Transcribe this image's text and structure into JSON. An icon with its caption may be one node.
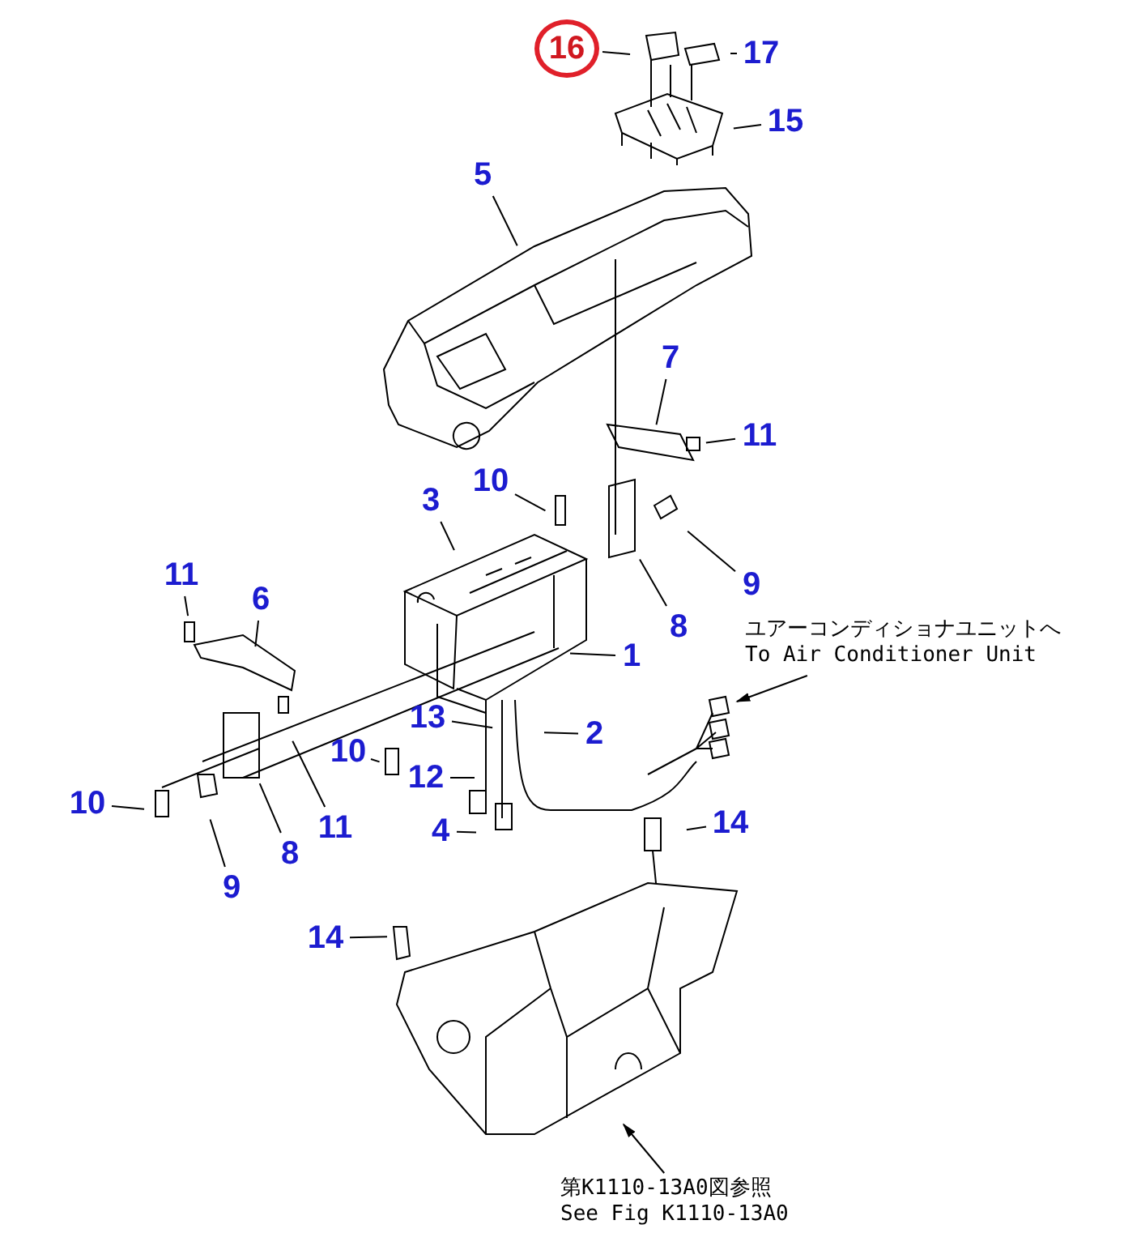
{
  "diagram": {
    "nodes": [
      {
        "text": [
          "16"
        ]
      },
      {
        "text": [
          "17"
        ]
      },
      {
        "text": [
          "15"
        ]
      },
      {
        "text": [
          "5"
        ]
      },
      {
        "text": [
          "7"
        ]
      },
      {
        "text": [
          "11"
        ]
      },
      {
        "text": [
          "10"
        ]
      },
      {
        "text": [
          "3"
        ]
      },
      {
        "text": [
          "9"
        ]
      },
      {
        "text": [
          "11"
        ]
      },
      {
        "text": [
          "6"
        ]
      },
      {
        "text": [
          "8"
        ]
      },
      {
        "text": [
          "1"
        ]
      },
      {
        "text": [
          "13"
        ]
      },
      {
        "text": [
          "2"
        ]
      },
      {
        "text": [
          "10"
        ]
      },
      {
        "text": [
          "12"
        ]
      },
      {
        "text": [
          "10"
        ]
      },
      {
        "text": [
          "11"
        ]
      },
      {
        "text": [
          "8"
        ]
      },
      {
        "text": [
          "4"
        ]
      },
      {
        "text": [
          "9"
        ]
      },
      {
        "text": [
          "14"
        ]
      },
      {
        "text": [
          "14"
        ]
      },
      {
        "text": [
          "ユアーコンディショナユニットへ",
          "To Air Conditioner Unit"
        ]
      },
      {
        "text": [
          "第K1110-13A0図参照",
          "See Fig K1110-13A0"
        ]
      }
    ],
    "edges": [
      {
        "from": 0,
        "to": null,
        "arrow": "none"
      },
      {
        "from": 1,
        "to": null,
        "arrow": "none"
      },
      {
        "from": 2,
        "to": null,
        "arrow": "none"
      },
      {
        "from": 3,
        "to": null,
        "arrow": "none"
      },
      {
        "from": 4,
        "to": null,
        "arrow": "none"
      },
      {
        "from": 5,
        "to": null,
        "arrow": "none"
      },
      {
        "from": 6,
        "to": null,
        "arrow": "none"
      },
      {
        "from": 7,
        "to": null,
        "arrow": "none"
      },
      {
        "from": 8,
        "to": null,
        "arrow": "none"
      },
      {
        "from": 9,
        "to": null,
        "arrow": "none"
      },
      {
        "from": 10,
        "to": null,
        "arrow": "none"
      },
      {
        "from": 11,
        "to": null,
        "arrow": "none"
      },
      {
        "from": 12,
        "to": null,
        "arrow": "none"
      },
      {
        "from": 13,
        "to": null,
        "arrow": "none"
      },
      {
        "from": 14,
        "to": null,
        "arrow": "none"
      },
      {
        "from": 15,
        "to": null,
        "arrow": "none"
      },
      {
        "from": 16,
        "to": null,
        "arrow": "none"
      },
      {
        "from": 17,
        "to": null,
        "arrow": "none"
      },
      {
        "from": 18,
        "to": null,
        "arrow": "none"
      },
      {
        "from": 19,
        "to": null,
        "arrow": "none"
      },
      {
        "from": 20,
        "to": null,
        "arrow": "none"
      },
      {
        "from": 21,
        "to": null,
        "arrow": "none"
      },
      {
        "from": 22,
        "to": null,
        "arrow": "none"
      },
      {
        "from": 23,
        "to": null,
        "arrow": "none"
      },
      {
        "from": 24,
        "to": null,
        "arrow": "to"
      },
      {
        "from": 25,
        "to": null,
        "arrow": "to"
      }
    ]
  }
}
